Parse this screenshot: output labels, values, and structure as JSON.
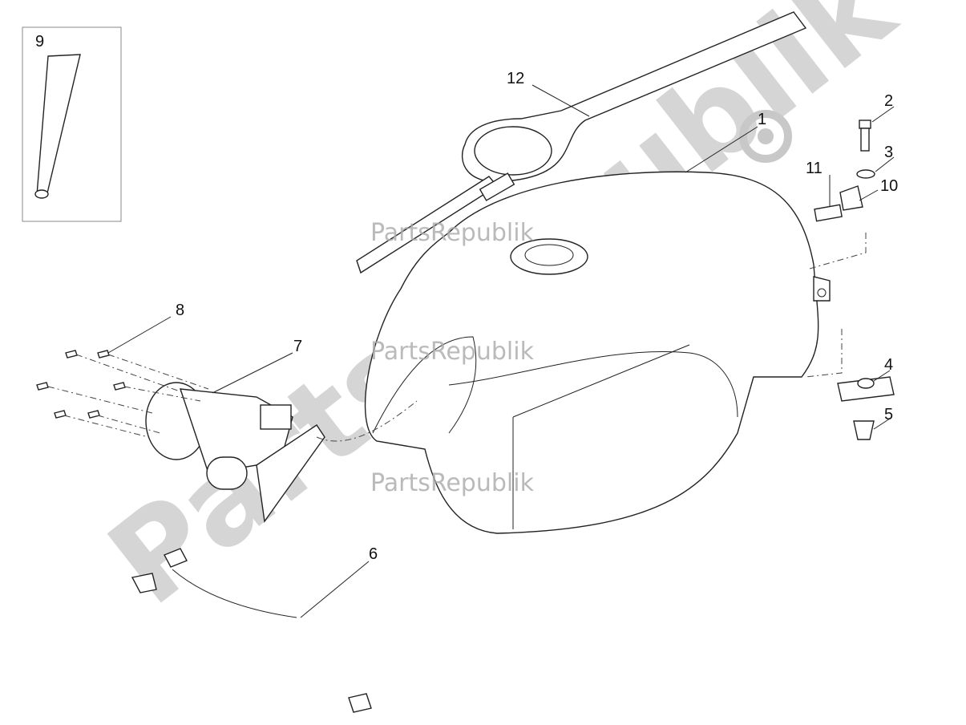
{
  "diagram": {
    "watermark": "PartsRepublik",
    "callouts": [
      {
        "id": "1",
        "label": "1"
      },
      {
        "id": "2",
        "label": "2"
      },
      {
        "id": "3",
        "label": "3"
      },
      {
        "id": "4",
        "label": "4"
      },
      {
        "id": "5",
        "label": "5"
      },
      {
        "id": "6",
        "label": "6"
      },
      {
        "id": "7",
        "label": "7"
      },
      {
        "id": "8",
        "label": "8"
      },
      {
        "id": "9",
        "label": "9"
      },
      {
        "id": "10",
        "label": "10"
      },
      {
        "id": "11",
        "label": "11"
      },
      {
        "id": "12",
        "label": "12"
      }
    ]
  },
  "colors": {
    "line": "#222222",
    "watermark": "#c8c8c8"
  }
}
